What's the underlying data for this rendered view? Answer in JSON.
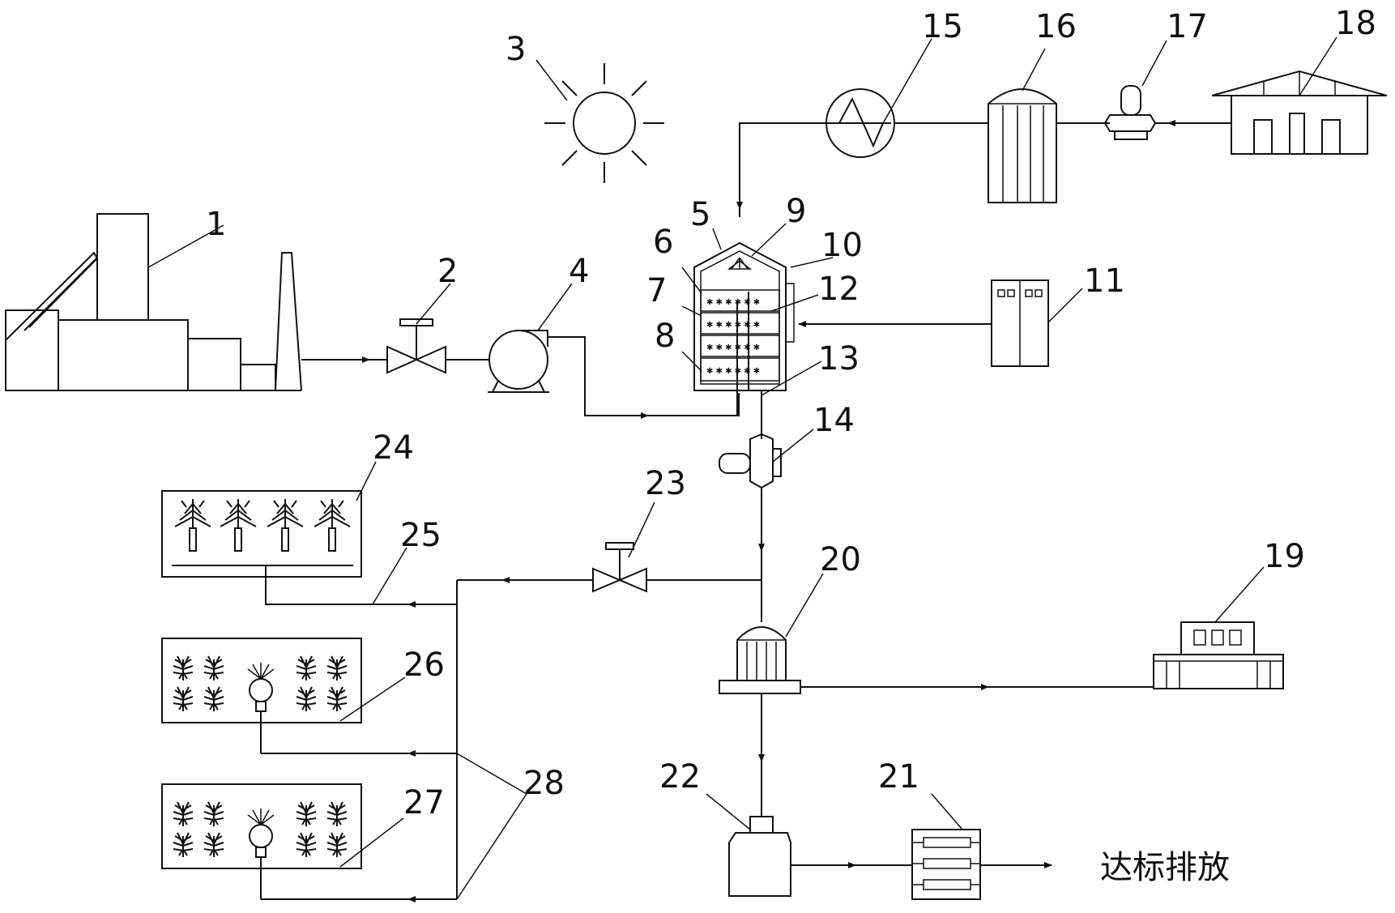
{
  "labels": {
    "l1": "1",
    "l2": "2",
    "l3": "3",
    "l4": "4",
    "l5": "5",
    "l6": "6",
    "l7": "7",
    "l8": "8",
    "l9": "9",
    "l10": "10",
    "l11": "11",
    "l12": "12",
    "l13": "13",
    "l14": "14",
    "l15": "15",
    "l16": "16",
    "l17": "17",
    "l18": "18",
    "l19": "19",
    "l20": "20",
    "l21": "21",
    "l22": "22",
    "l23": "23",
    "l24": "24",
    "l25": "25",
    "l26": "26",
    "l27": "27",
    "l28": "28"
  },
  "discharge_text": "达标排放",
  "icons": {
    "power-plant": "factory-with-chimney",
    "valve": "valve",
    "sun": "sun",
    "pump": "pump",
    "reactor": "photobioreactor",
    "control-cabinet": "control-cabinet",
    "heat-exchanger": "heat-exchanger",
    "tank": "tank",
    "fan": "fan",
    "building": "building",
    "filter": "filter",
    "garden": "plants"
  }
}
